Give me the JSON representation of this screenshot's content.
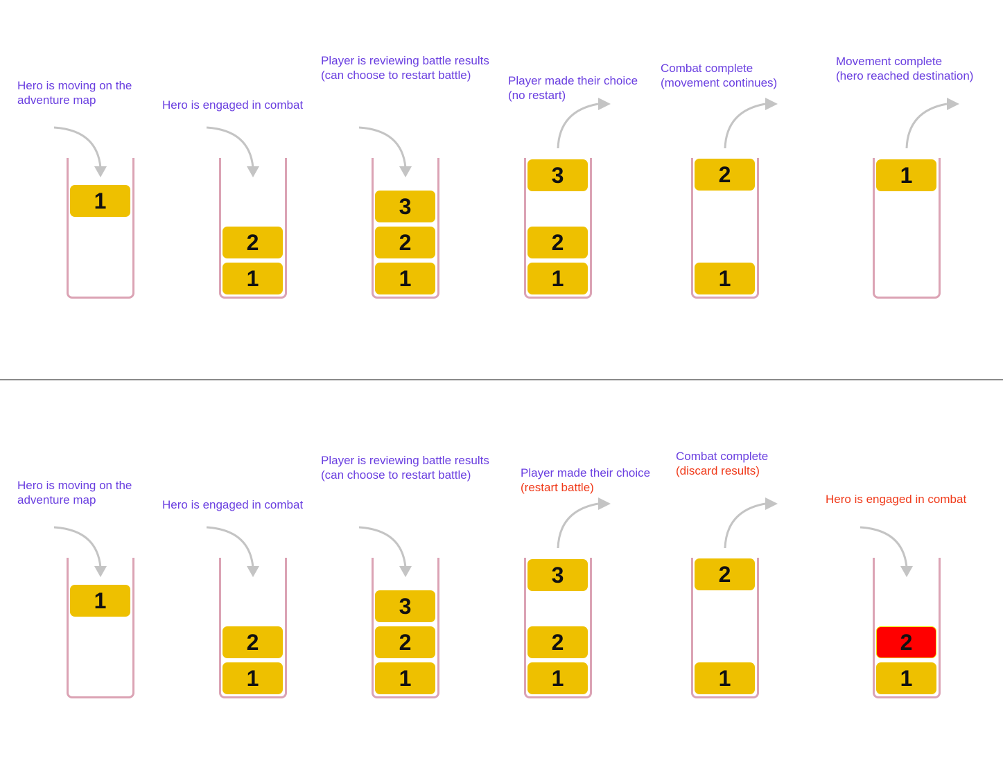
{
  "colors": {
    "label": "#6a3fe0",
    "alert": "#f03a1a",
    "block": "#eec000",
    "block_alert": "#ff0000",
    "cup": "#dba3b4",
    "arrow": "#c4c4c4"
  },
  "rows": [
    {
      "panels": [
        {
          "lines": [
            {
              "text": "Hero is moving on the",
              "tone": "label"
            },
            {
              "text": "adventure map",
              "tone": "label"
            }
          ],
          "arrow": "in",
          "blocks": [
            {
              "label": "1",
              "state": "entering"
            }
          ]
        },
        {
          "lines": [
            {
              "text": "Hero is engaged in combat",
              "tone": "label"
            }
          ],
          "arrow": "in",
          "blocks": [
            {
              "label": "2",
              "state": "slot1"
            },
            {
              "label": "1",
              "state": "slot0"
            }
          ]
        },
        {
          "lines": [
            {
              "text": "Player is reviewing battle results",
              "tone": "label"
            },
            {
              "text": "(can choose to restart battle)",
              "tone": "label"
            }
          ],
          "arrow": "in",
          "blocks": [
            {
              "label": "3",
              "state": "slot2"
            },
            {
              "label": "2",
              "state": "slot1"
            },
            {
              "label": "1",
              "state": "slot0"
            }
          ]
        },
        {
          "lines": [
            {
              "text": "Player made their choice",
              "tone": "label"
            },
            {
              "text": "(no restart)",
              "tone": "label"
            }
          ],
          "arrow": "out",
          "blocks": [
            {
              "label": "3",
              "state": "leaving"
            },
            {
              "label": "2",
              "state": "slot1"
            },
            {
              "label": "1",
              "state": "slot0"
            }
          ]
        },
        {
          "lines": [
            {
              "text": "Combat complete",
              "tone": "label"
            },
            {
              "text": "(movement continues)",
              "tone": "label"
            }
          ],
          "arrow": "out",
          "blocks": [
            {
              "label": "2",
              "state": "leaving"
            },
            {
              "label": "1",
              "state": "slot0"
            }
          ]
        },
        {
          "lines": [
            {
              "text": "Movement complete",
              "tone": "label"
            },
            {
              "text": "(hero reached destination)",
              "tone": "label"
            }
          ],
          "arrow": "out",
          "blocks": [
            {
              "label": "1",
              "state": "leaving"
            }
          ]
        }
      ]
    },
    {
      "panels": [
        {
          "lines": [
            {
              "text": "Hero is moving on the",
              "tone": "label"
            },
            {
              "text": "adventure map",
              "tone": "label"
            }
          ],
          "arrow": "in",
          "blocks": [
            {
              "label": "1",
              "state": "entering"
            }
          ]
        },
        {
          "lines": [
            {
              "text": "Hero is engaged in combat",
              "tone": "label"
            }
          ],
          "arrow": "in",
          "blocks": [
            {
              "label": "2",
              "state": "slot1"
            },
            {
              "label": "1",
              "state": "slot0"
            }
          ]
        },
        {
          "lines": [
            {
              "text": "Player is reviewing battle results",
              "tone": "label"
            },
            {
              "text": "(can choose to restart battle)",
              "tone": "label"
            }
          ],
          "arrow": "in",
          "blocks": [
            {
              "label": "3",
              "state": "slot2"
            },
            {
              "label": "2",
              "state": "slot1"
            },
            {
              "label": "1",
              "state": "slot0"
            }
          ]
        },
        {
          "lines": [
            {
              "text": "Player made their choice",
              "tone": "label"
            },
            {
              "text": "(restart battle)",
              "tone": "alert"
            }
          ],
          "arrow": "out",
          "blocks": [
            {
              "label": "3",
              "state": "leaving"
            },
            {
              "label": "2",
              "state": "slot1"
            },
            {
              "label": "1",
              "state": "slot0"
            }
          ]
        },
        {
          "lines": [
            {
              "text": "Combat complete",
              "tone": "label"
            },
            {
              "text": "(discard results)",
              "tone": "alert"
            }
          ],
          "arrow": "out",
          "blocks": [
            {
              "label": "2",
              "state": "leaving"
            },
            {
              "label": "1",
              "state": "slot0"
            }
          ]
        },
        {
          "lines": [
            {
              "text": "Hero is engaged in combat",
              "tone": "alert"
            }
          ],
          "arrow": "in",
          "blocks": [
            {
              "label": "2",
              "state": "slot1",
              "alert": true
            },
            {
              "label": "1",
              "state": "slot0"
            }
          ]
        }
      ]
    }
  ]
}
